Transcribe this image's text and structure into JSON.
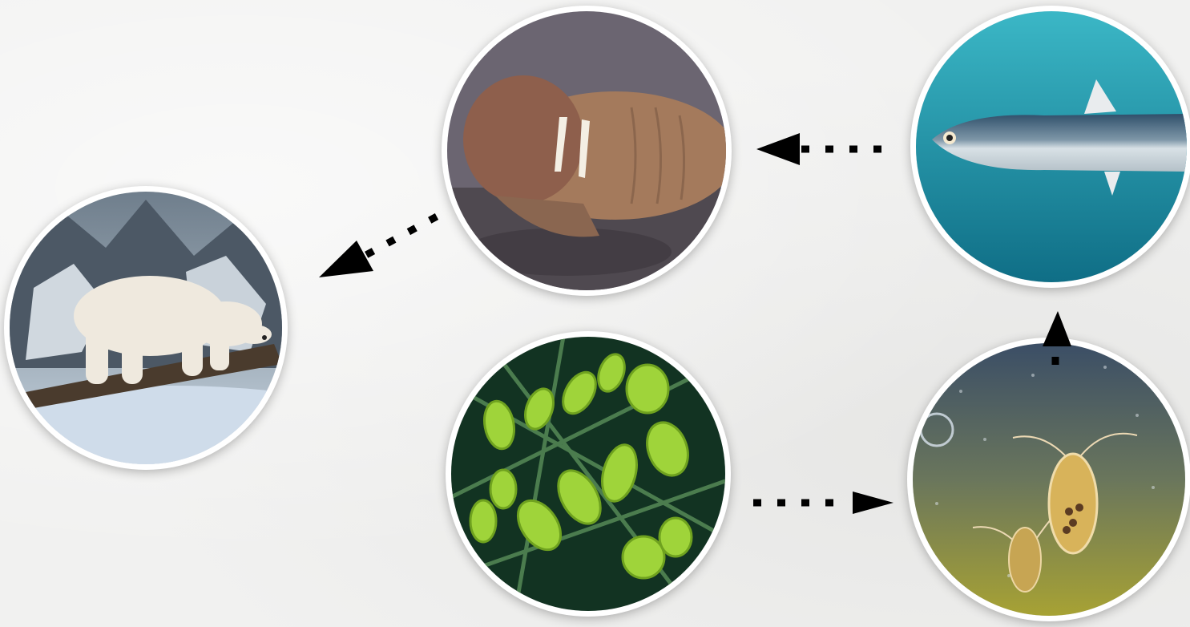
{
  "diagram": {
    "type": "food-chain",
    "nodes": [
      {
        "id": "phytoplankton",
        "icon": "phytoplankton-icon"
      },
      {
        "id": "zooplankton",
        "icon": "zooplankton-icon"
      },
      {
        "id": "fish",
        "icon": "fish-icon"
      },
      {
        "id": "walrus",
        "icon": "walrus-icon"
      },
      {
        "id": "polar-bear",
        "icon": "polar-bear-icon"
      }
    ],
    "edges": [
      {
        "from": "phytoplankton",
        "to": "zooplankton",
        "style": "dotted"
      },
      {
        "from": "zooplankton",
        "to": "fish",
        "style": "dotted"
      },
      {
        "from": "fish",
        "to": "walrus",
        "style": "dotted"
      },
      {
        "from": "walrus",
        "to": "polar-bear",
        "style": "dotted"
      }
    ],
    "colors": {
      "arrow": "#000000",
      "ring": "#ffffff",
      "background": "#f1f1f0"
    }
  }
}
